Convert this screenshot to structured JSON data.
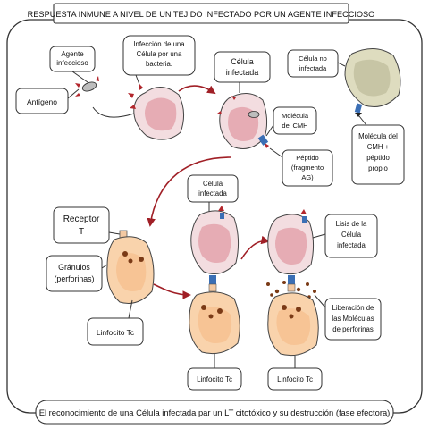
{
  "title": "RESPUESTA INMUNE A NIVEL DE UN TEJIDO INFECTADO POR UN AGENTE INFECCIOSO",
  "caption": "El reconocimiento de una Célula infectada par un  LT citotóxico y su destrucción (fase efectora)",
  "labels": {
    "agente": [
      "Agente",
      "infeccioso"
    ],
    "antigeno": [
      "Antígeno"
    ],
    "infeccion": [
      "Infección de una",
      "Célula por una",
      "bacteria."
    ],
    "celula_infectada_top": [
      "Célula",
      "infectada"
    ],
    "celula_no_infectada": [
      "Célula no",
      "infectada"
    ],
    "molecula_cmh": [
      "Molécula",
      "del CMH"
    ],
    "peptido": [
      "Péptido",
      "(fragmento",
      "AG)"
    ],
    "molecula_cmh_propio": [
      "Molécula del",
      "CMH  +",
      "péptido",
      "propio"
    ],
    "receptor_t": [
      "Receptor",
      "T"
    ],
    "granulos": [
      "Gránulos",
      "(perforinas)"
    ],
    "linfocito_left": [
      "Linfocito Tc"
    ],
    "celula_infectada_mid": [
      "Célula",
      "infectada"
    ],
    "lisis": [
      "Lisis de la",
      "Célula",
      "infectada"
    ],
    "liberacion": [
      "Liberación de",
      "las Moléculas",
      "de perforinas"
    ],
    "linfocito_mid": [
      "Linfocito Tc"
    ],
    "linfocito_right": [
      "Linfocito Tc"
    ]
  },
  "colors": {
    "infected_fill": "#f3dde0",
    "nucleus_fill": "#e3a3ab",
    "lymph_fill": "#f9d3ac",
    "lymph_nucleus": "#f6c090",
    "granule": "#7a3a16",
    "healthy_fill": "#dedcbf",
    "healthy_nucleus": "#c3c1a0",
    "receptor": "#f4c9a2",
    "mhc": "#3b6fb5",
    "peptide": "#b3262c",
    "arrow": "#a01f26"
  }
}
